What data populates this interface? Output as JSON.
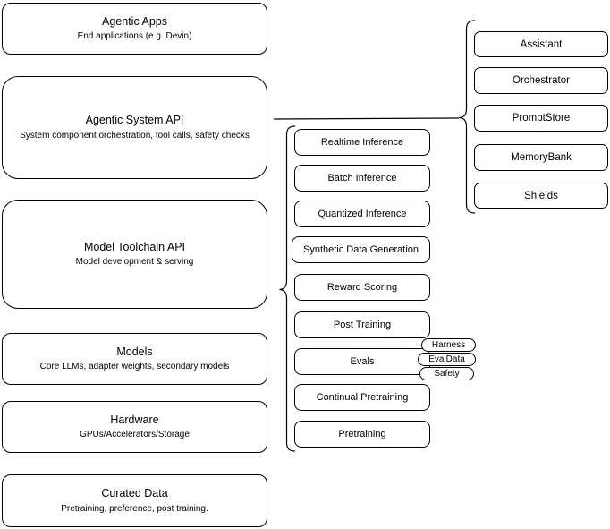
{
  "diagram": {
    "left_stack": [
      {
        "title": "Agentic Apps",
        "subtitle": "End applications (e.g. Devin)"
      },
      {
        "title": "Agentic System API",
        "subtitle": "System component orchestration, tool calls, safety checks"
      },
      {
        "title": "Model Toolchain API",
        "subtitle": "Model development & serving"
      },
      {
        "title": "Models",
        "subtitle": "Core LLMs, adapter weights, secondary models"
      },
      {
        "title": "Hardware",
        "subtitle": "GPUs/Accelerators/Storage"
      },
      {
        "title": "Curated Data",
        "subtitle": "Pretraining, preference, post training."
      }
    ],
    "toolchain_items": [
      "Realtime Inference",
      "Batch Inference",
      "Quantized Inference",
      "Synthetic Data Generation",
      "Reward Scoring",
      "Post Training",
      "Evals",
      "Continual Pretraining",
      "Pretraining"
    ],
    "eval_tags": [
      "Harness",
      "EvalData",
      "Safety"
    ],
    "system_components": [
      "Assistant",
      "Orchestrator",
      "PromptStore",
      "MemoryBank",
      "Shields"
    ],
    "colors": {
      "stroke": "#000000",
      "background": "#ffffff",
      "text": "#000000"
    }
  }
}
